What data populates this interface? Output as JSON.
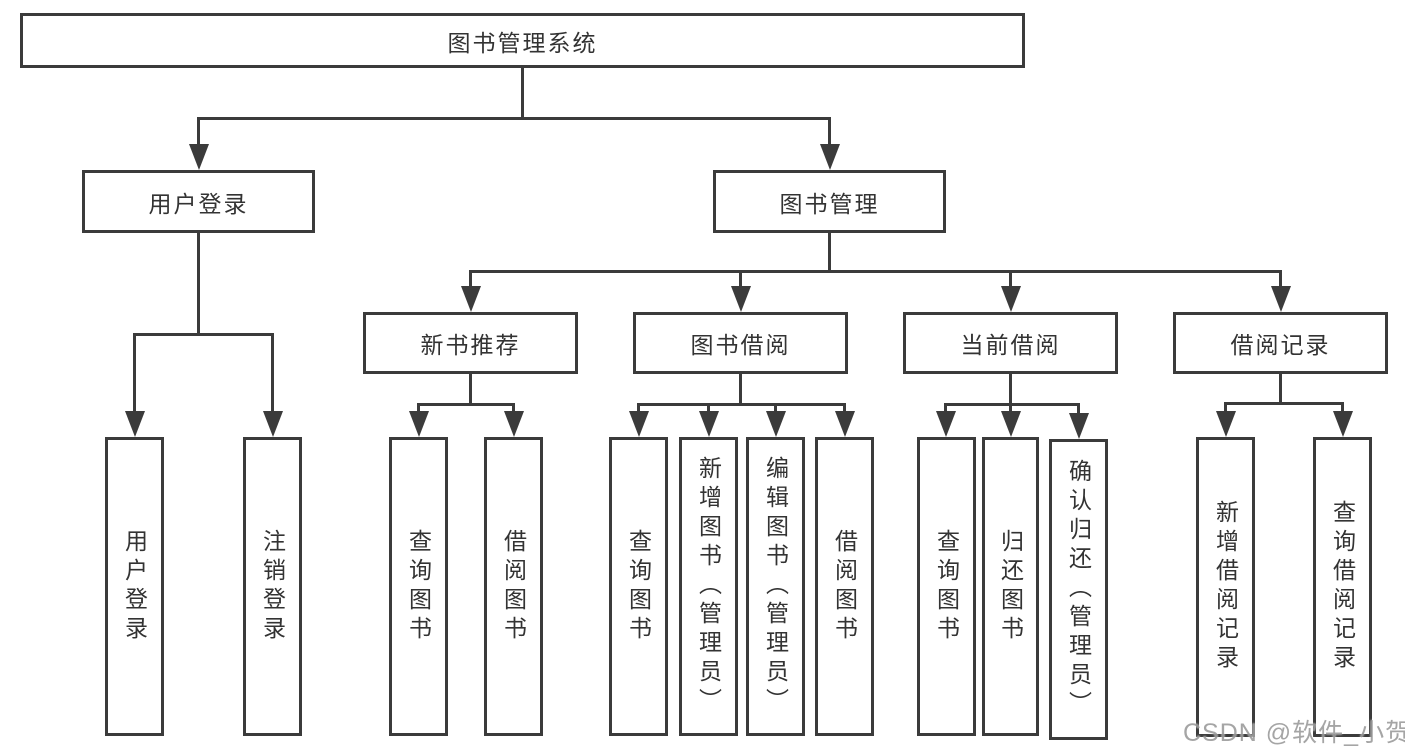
{
  "diagram": {
    "title": "图书管理系统",
    "nodes": {
      "root": "图书管理系统",
      "user_login": "用户登录",
      "book_mgmt": "图书管理",
      "new_book_rec": "新书推荐",
      "book_borrow": "图书借阅",
      "current_borrow": "当前借阅",
      "borrow_records": "借阅记录",
      "leaf_user_login": "用户登录",
      "leaf_logout": "注销登录",
      "leaf_query_book_rec": "查询图书",
      "leaf_borrow_book_rec": "借阅图书",
      "leaf_query_book_borrow": "查询图书",
      "leaf_add_book_admin": "新增图书（管理员）",
      "leaf_edit_book_admin": "编辑图书（管理员）",
      "leaf_borrow_book_borrow": "借阅图书",
      "leaf_query_book_current": "查询图书",
      "leaf_return_book": "归还图书",
      "leaf_confirm_return_admin": "确认归还（管理员）",
      "leaf_add_borrow_record": "新增借阅记录",
      "leaf_query_borrow_record": "查询借阅记录"
    },
    "hierarchy": {
      "图书管理系统": [
        "用户登录",
        "图书管理"
      ],
      "用户登录": [
        "用户登录",
        "注销登录"
      ],
      "图书管理": [
        "新书推荐",
        "图书借阅",
        "当前借阅",
        "借阅记录"
      ],
      "新书推荐": [
        "查询图书",
        "借阅图书"
      ],
      "图书借阅": [
        "查询图书",
        "新增图书（管理员）",
        "编辑图书（管理员）",
        "借阅图书"
      ],
      "当前借阅": [
        "查询图书",
        "归还图书",
        "确认归还（管理员）"
      ],
      "借阅记录": [
        "新增借阅记录",
        "查询借阅记录"
      ]
    },
    "watermark": "CSDN @软件_小贺同学",
    "colors": {
      "stroke": "#3b3b3b",
      "text": "#333333",
      "watermark": "#9c9c9c",
      "background": "#ffffff"
    }
  }
}
